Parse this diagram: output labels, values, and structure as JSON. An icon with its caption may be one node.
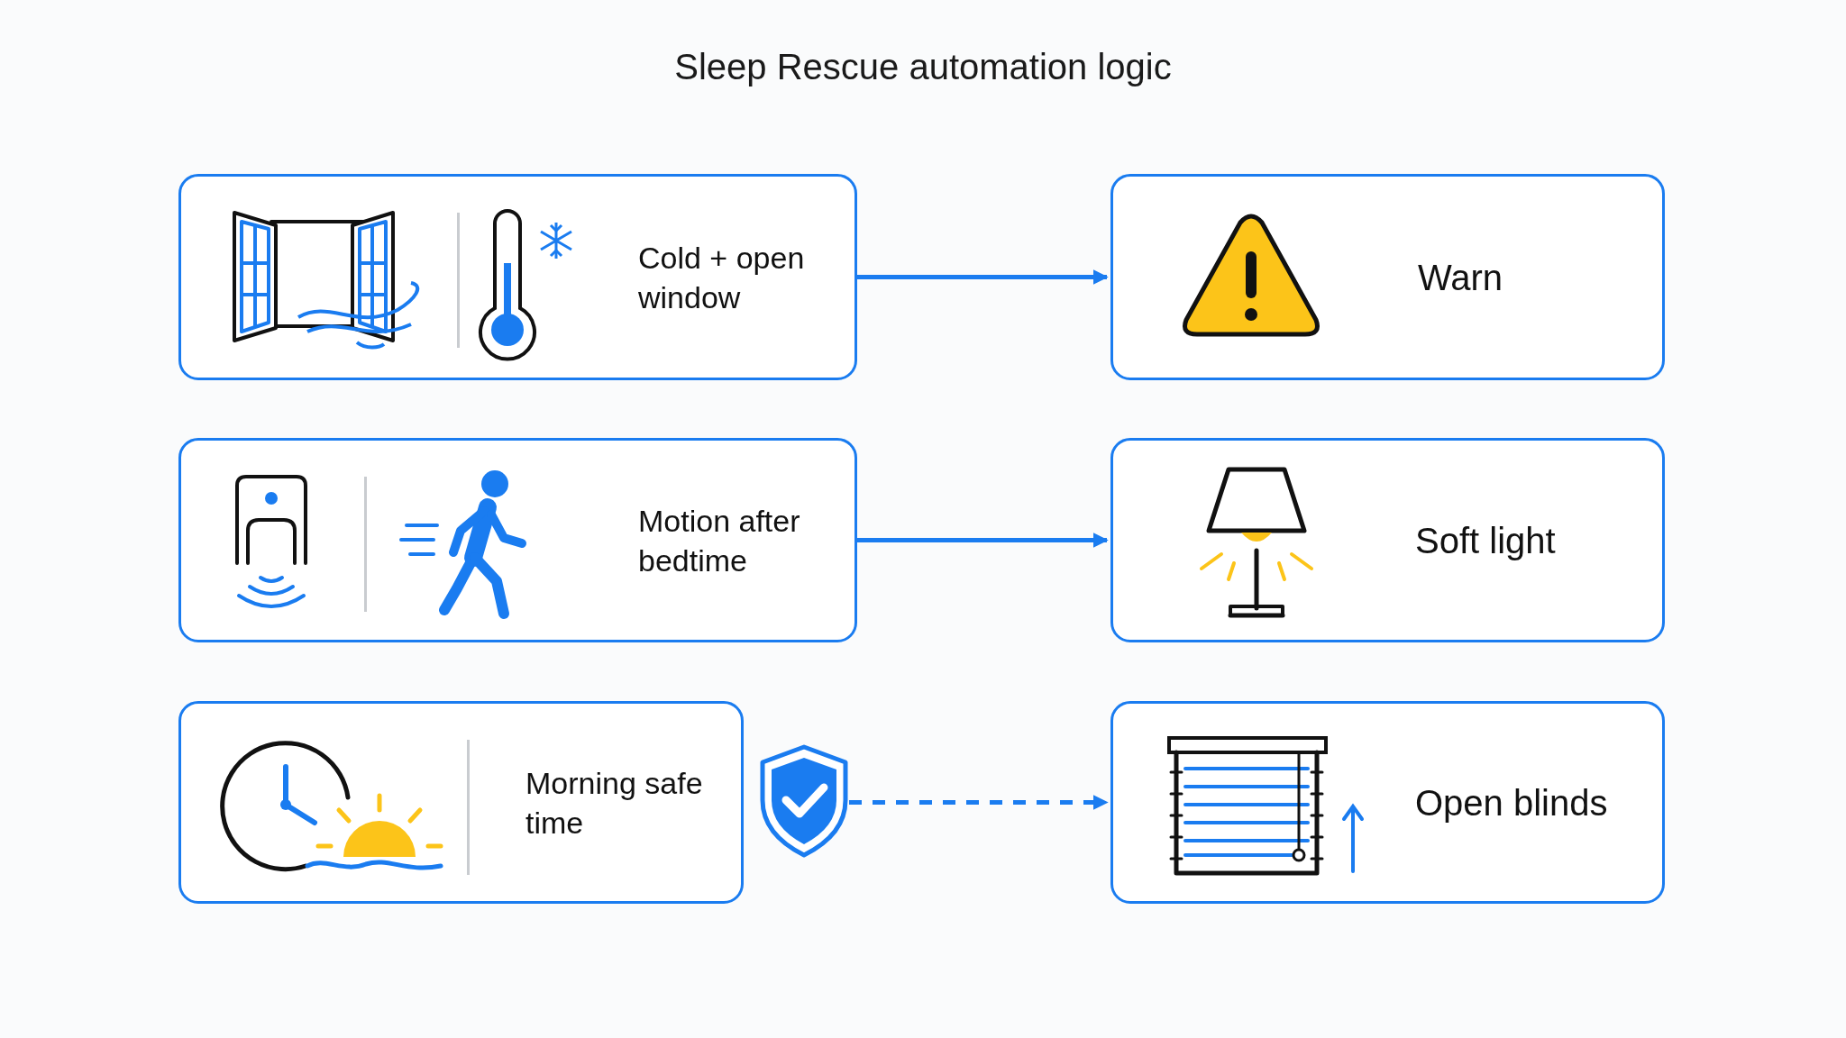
{
  "diagram": {
    "title": "Sleep Rescue automation logic",
    "nodes": [
      {
        "text": [
          "Cold + open window"
        ]
      },
      {
        "text": [
          "Warn"
        ]
      },
      {
        "text": [
          "Motion after bedtime"
        ]
      },
      {
        "text": [
          "Soft light"
        ]
      },
      {
        "text": [
          "Morning safe time"
        ]
      },
      {
        "text": [],
        "shape": "shield"
      },
      {
        "text": [
          "Open blinds"
        ]
      }
    ],
    "edges": [
      {
        "from": 0,
        "to": 1,
        "arrow": "to"
      },
      {
        "from": 2,
        "to": 3,
        "arrow": "to"
      },
      {
        "from": 5,
        "to": 6,
        "arrow": "to",
        "style": "dashed"
      }
    ]
  }
}
